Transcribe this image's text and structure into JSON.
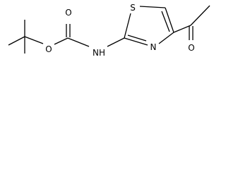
{
  "molecule": {
    "atoms": {
      "O_ester": "O",
      "O_carbonyl": "O",
      "N_amide": "NH",
      "S_ring": "S",
      "N_ring": "N",
      "O_acetyl": "O"
    },
    "colors": {
      "bond": "#000000",
      "text": "#000000",
      "background": "#ffffff"
    }
  }
}
